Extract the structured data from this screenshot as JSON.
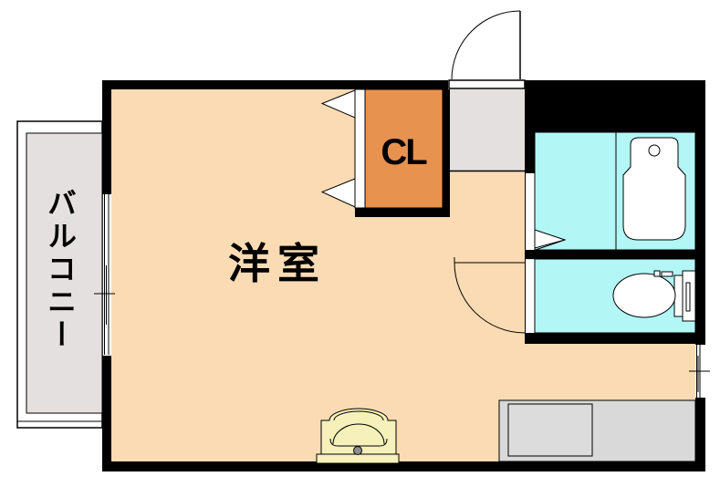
{
  "labels": {
    "main_room": "洋室",
    "closet": "CL",
    "balcony": "バルコニー"
  },
  "colors": {
    "wall": "#000000",
    "room_floor": "#FADBB4",
    "closet_fill": "#E8924F",
    "wet_room_floor": "#B3F6F6",
    "balcony_floor": "#E5E0E0",
    "entry_floor": "#E5E0E0",
    "kitchen_counter": "#D9D9D9",
    "washbasin_fill": "#F6F1BA",
    "fixture_fill": "#FFFFFF"
  },
  "icons": [
    "entrance-door-icon",
    "closet-bifold-door-icon",
    "balcony-window-icon",
    "bathroom-door-icon",
    "bathtub-icon",
    "toilet-icon",
    "toilet-door-icon",
    "kitchen-counter-icon",
    "washbasin-icon",
    "side-window-icon"
  ]
}
